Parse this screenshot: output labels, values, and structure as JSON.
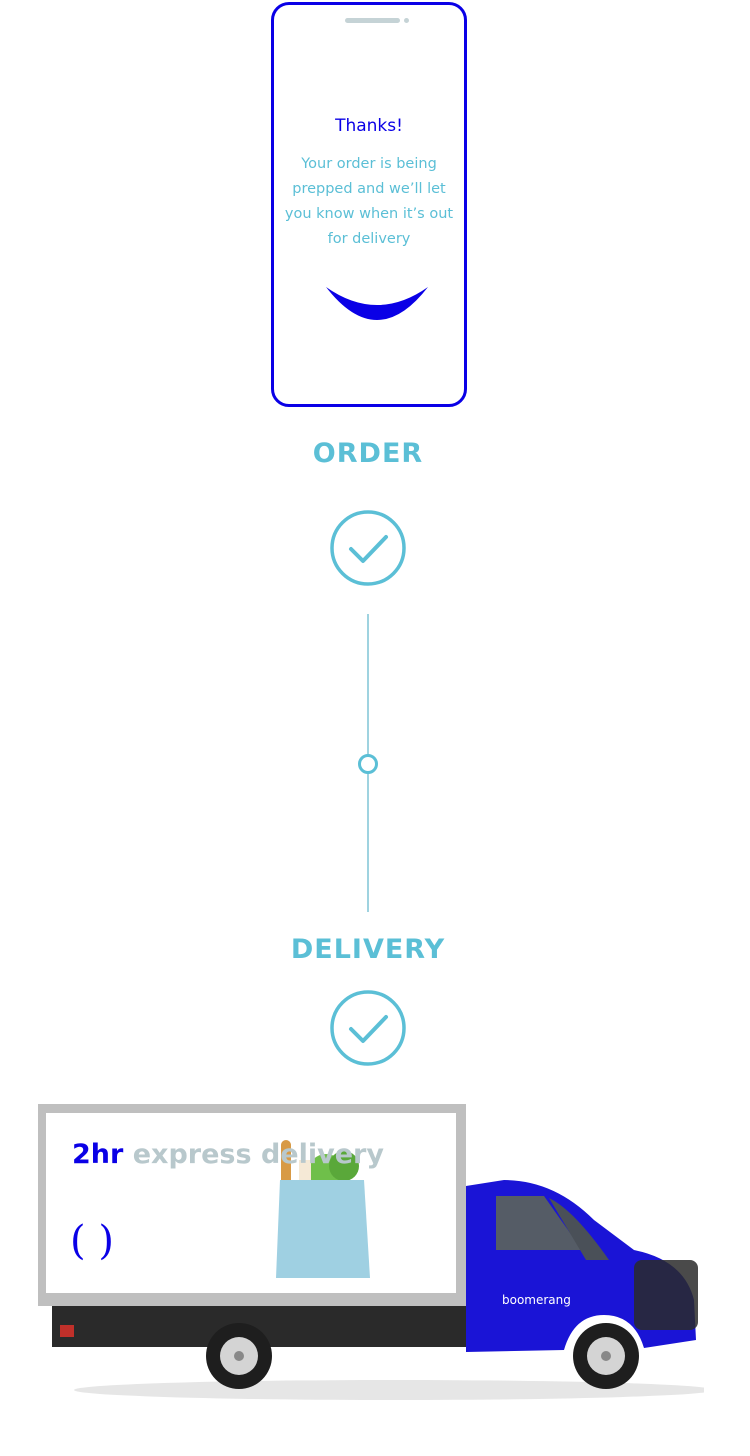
{
  "phone": {
    "title": "Thanks!",
    "message": "Your order is being prepped and we’ll let you know when it’s out for delivery"
  },
  "steps": [
    {
      "label": "ORDER",
      "status": "complete"
    },
    {
      "label": "DELIVERY",
      "status": "complete"
    }
  ],
  "truck": {
    "slogan_highlight": "2hr",
    "slogan_rest": " express delivery",
    "brand": "boomerang",
    "logo": "( )"
  },
  "colors": {
    "brand_blue": "#0a00e6",
    "teal": "#5bbfd6",
    "gray": "#b8c8cc"
  }
}
